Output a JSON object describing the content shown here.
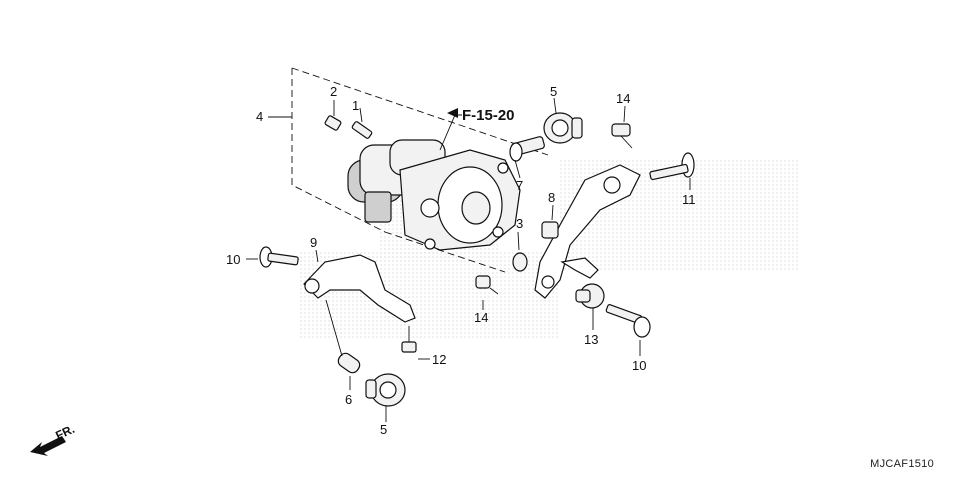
{
  "diagram": {
    "reference": "F-15-20",
    "catalog_code": "MJCAF1510",
    "direction_label": "FR.",
    "callouts": [
      "1",
      "2",
      "3",
      "4",
      "5",
      "5",
      "6",
      "7",
      "8",
      "9",
      "10",
      "10",
      "11",
      "12",
      "13",
      "14",
      "14"
    ]
  }
}
